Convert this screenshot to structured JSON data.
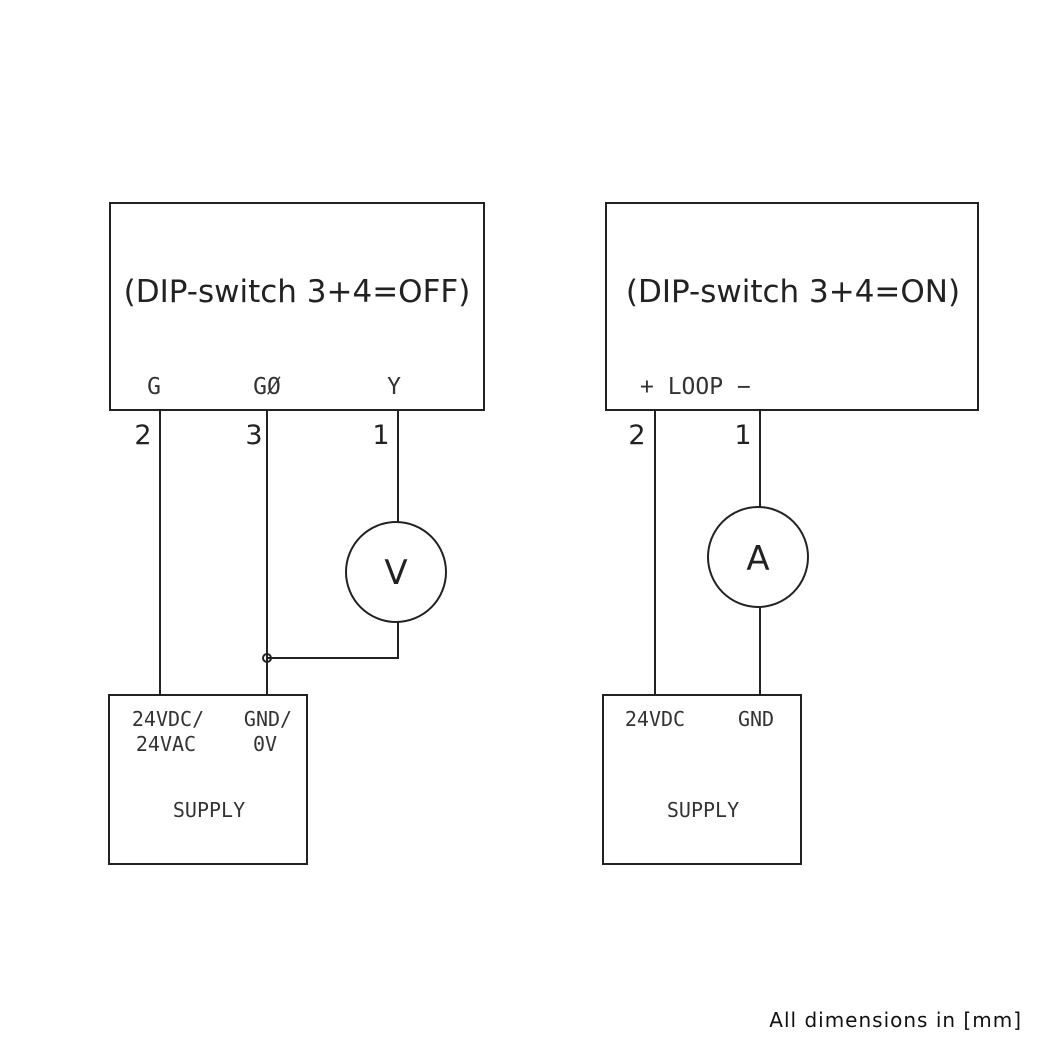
{
  "left_diagram": {
    "title": "(DIP-switch 3+4=OFF)",
    "terminals": {
      "g": "G",
      "g0": "GØ",
      "y": "Y"
    },
    "pins": {
      "g": "2",
      "g0": "3",
      "y": "1"
    },
    "meter": "V",
    "supply": {
      "line1_a": "24VDC/",
      "line2_a": "24VAC",
      "line1_b": "GND/",
      "line2_b": "0V",
      "label": "SUPPLY"
    }
  },
  "right_diagram": {
    "title": "(DIP-switch 3+4=ON)",
    "terminal_label": "+ LOOP −",
    "pins": {
      "plus": "2",
      "minus": "1"
    },
    "meter": "A",
    "supply": {
      "line_a": "24VDC",
      "line_b": "GND",
      "label": "SUPPLY"
    }
  },
  "footer": "All dimensions in [mm]"
}
